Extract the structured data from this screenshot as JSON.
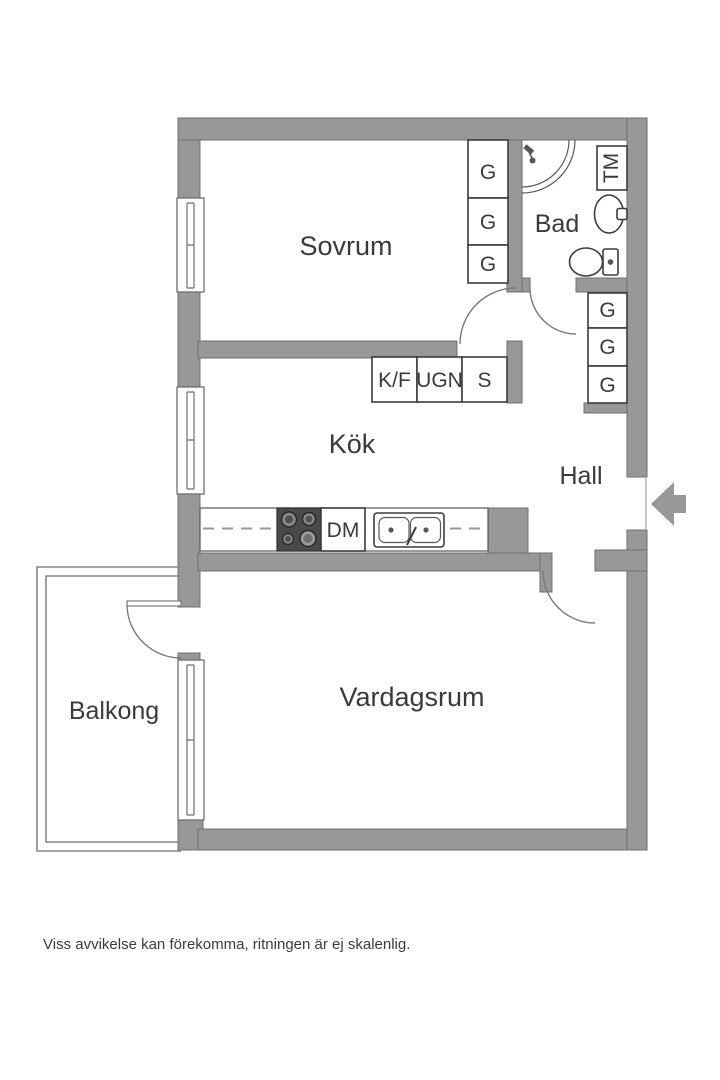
{
  "floor_plan": {
    "rooms": {
      "sovrum": "Sovrum",
      "bad": "Bad",
      "kok": "Kök",
      "hall": "Hall",
      "vardagsrum": "Vardagsrum",
      "balkong": "Balkong"
    },
    "closets": {
      "sovrum": [
        "G",
        "G",
        "G"
      ],
      "hall": [
        "G",
        "G",
        "G"
      ]
    },
    "appliances": {
      "fridge_freezer": "K/F",
      "oven": "UGN",
      "pantry": "S",
      "dishwasher": "DM",
      "washing_machine": "TM"
    }
  },
  "disclaimer": "Viss avvikelse kan förekomma, ritningen är ej skalenlig.",
  "colors": {
    "wall": "#98989a",
    "wall_outline": "#6e6e70",
    "fixture_line": "#3c3c3e",
    "text": "#3a3a3c",
    "background": "#ffffff"
  }
}
